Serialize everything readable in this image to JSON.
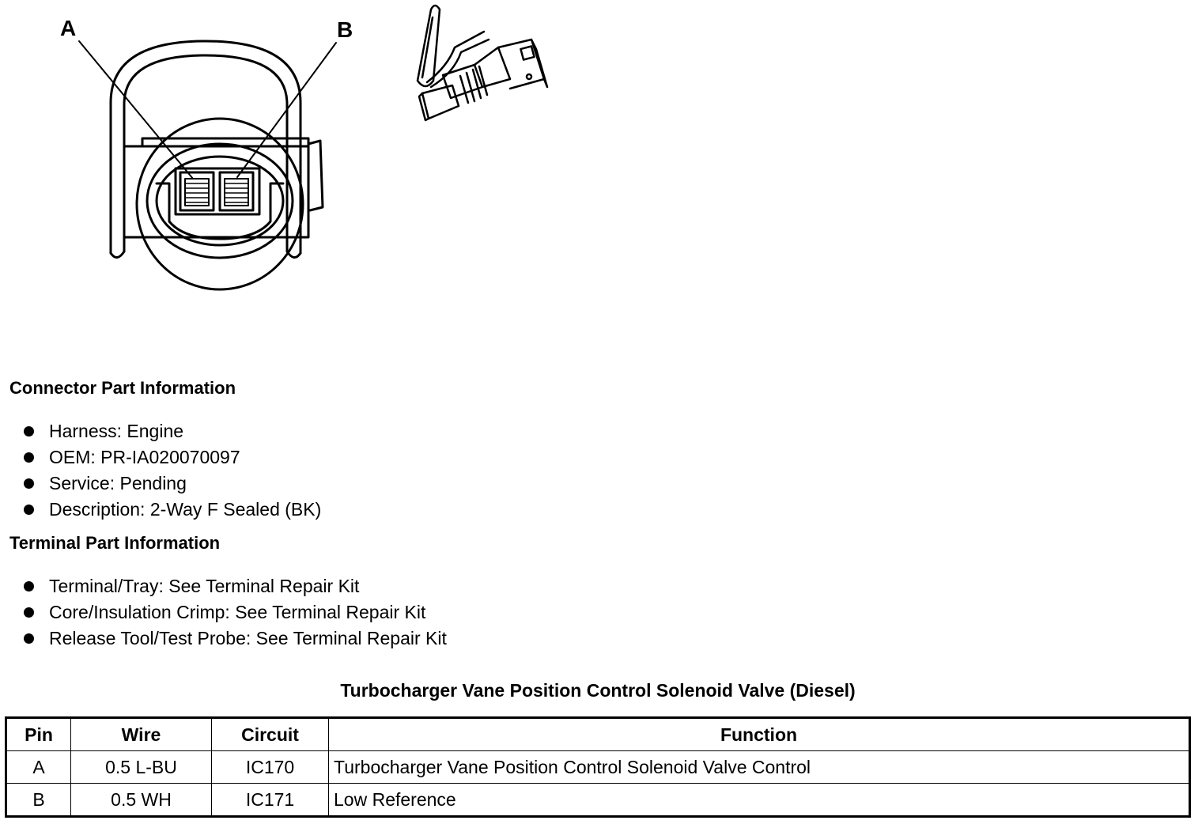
{
  "diagram": {
    "pin_a_label": "A",
    "pin_b_label": "B"
  },
  "connector_info": {
    "heading": "Connector Part Information",
    "items": [
      "Harness: Engine",
      "OEM: PR-IA020070097",
      "Service: Pending",
      "Description: 2-Way F Sealed (BK)"
    ]
  },
  "terminal_info": {
    "heading": "Terminal Part Information",
    "items": [
      "Terminal/Tray: See Terminal Repair Kit",
      "Core/Insulation Crimp: See Terminal Repair Kit",
      "Release Tool/Test Probe: See Terminal Repair Kit"
    ]
  },
  "pin_table": {
    "title": "Turbocharger Vane Position Control Solenoid Valve (Diesel)",
    "headers": [
      "Pin",
      "Wire",
      "Circuit",
      "Function"
    ],
    "rows": [
      [
        "A",
        "0.5 L-BU",
        "IC170",
        "Turbocharger Vane Position Control Solenoid Valve Control"
      ],
      [
        "B",
        "0.5 WH",
        "IC171",
        "Low Reference"
      ]
    ]
  }
}
